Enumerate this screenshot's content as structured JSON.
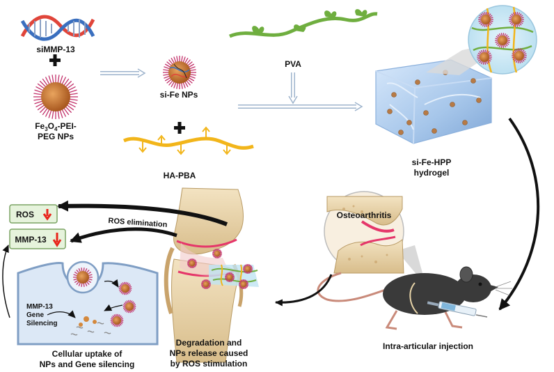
{
  "labels": {
    "simmp13": "siMMP-13",
    "fe3o4_line1_main": "Fe",
    "fe3o4_line1_sub1": "3",
    "fe3o4_line1_mid": "O",
    "fe3o4_line1_sub2": "4",
    "fe3o4_line1_end": "-PEI-",
    "fe3o4_line2": "PEG NPs",
    "sife_nps": "si-Fe NPs",
    "pva": "PVA",
    "ha_pba": "HA-PBA",
    "hydrogel_line1": "si-Fe-HPP",
    "hydrogel_line2": "hydrogel",
    "osteoarthritis": "Osteoarthritis",
    "intra_articular": "Intra-articular injection",
    "ros_elimination": "ROS elimination",
    "ros_box": "ROS",
    "mmp13_box": "MMP-13",
    "gene_silencing_1": "MMP-13",
    "gene_silencing_2": "Gene",
    "gene_silencing_3": "Silencing",
    "cellular_uptake_1": "Cellular uptake of",
    "cellular_uptake_2": "NPs and Gene silencing",
    "degradation_1": "Degradation and",
    "degradation_2": "NPs release caused",
    "degradation_3": "by ROS stimulation"
  },
  "colors": {
    "dna_red": "#e0453a",
    "dna_blue": "#3a6fbf",
    "np_core": "#c77a32",
    "np_spike": "#c2306a",
    "pva_green": "#6fae3f",
    "ha_yellow": "#f2b51a",
    "hydrogel_blue": "#a9c9ec",
    "box_fill": "#e6f3dc",
    "box_stroke": "#7aa363",
    "down_arrow_red": "#e8241b",
    "cell_fill": "#dce8f6"
  }
}
